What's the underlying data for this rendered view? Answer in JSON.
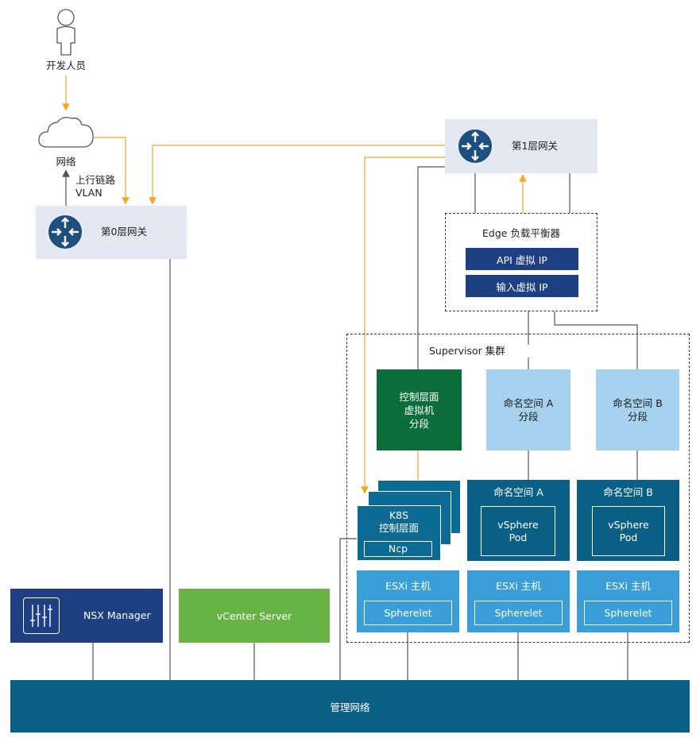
{
  "developer": {
    "label": "开发人员"
  },
  "network": {
    "label": "网络"
  },
  "uplink": {
    "label_line1": "上行链路",
    "label_line2": "VLAN"
  },
  "tier0": {
    "label": "第0层网关"
  },
  "tier1": {
    "label": "第1层网关"
  },
  "edge_lb": {
    "title": "Edge 负载平衡器",
    "api_vip": "API 虚拟 IP",
    "ingress_vip": "输入虚拟 IP"
  },
  "supervisor": {
    "label": "Supervisor 集群"
  },
  "control_plane_segment": {
    "label": "控制层面\n虚拟机\n分段"
  },
  "ns_a_segment": {
    "label": "命名空间 A\n分段"
  },
  "ns_b_segment": {
    "label": "命名空间 B\n分段"
  },
  "k8s": {
    "label": "K8S\n控制层面",
    "ncp": "Ncp"
  },
  "ns_a": {
    "title": "命名空间 A",
    "pod": "vSphere\nPod"
  },
  "ns_b": {
    "title": "命名空间 B",
    "pod": "vSphere\nPod"
  },
  "esxi_hosts": [
    {
      "title": "ESXi 主机",
      "agent": "Spherelet"
    },
    {
      "title": "ESXi 主机",
      "agent": "Spherelet"
    },
    {
      "title": "ESXi 主机",
      "agent": "Spherelet"
    }
  ],
  "nsx_manager": {
    "label": "NSX Manager"
  },
  "vcenter": {
    "label": "vCenter Server"
  },
  "mgmt_network": {
    "label": "管理网络"
  },
  "colors": {
    "accent_orange": "#f5a623",
    "gateway_bg": "#e3e8f2",
    "navy": "#1e3f82",
    "dark_green": "#0b6e3a",
    "green": "#67b346",
    "teal": "#0b6b92",
    "light_blue": "#a7d2ef",
    "esxi_blue": "#3a9fd8",
    "mgmt_blue": "#0b5e84"
  }
}
